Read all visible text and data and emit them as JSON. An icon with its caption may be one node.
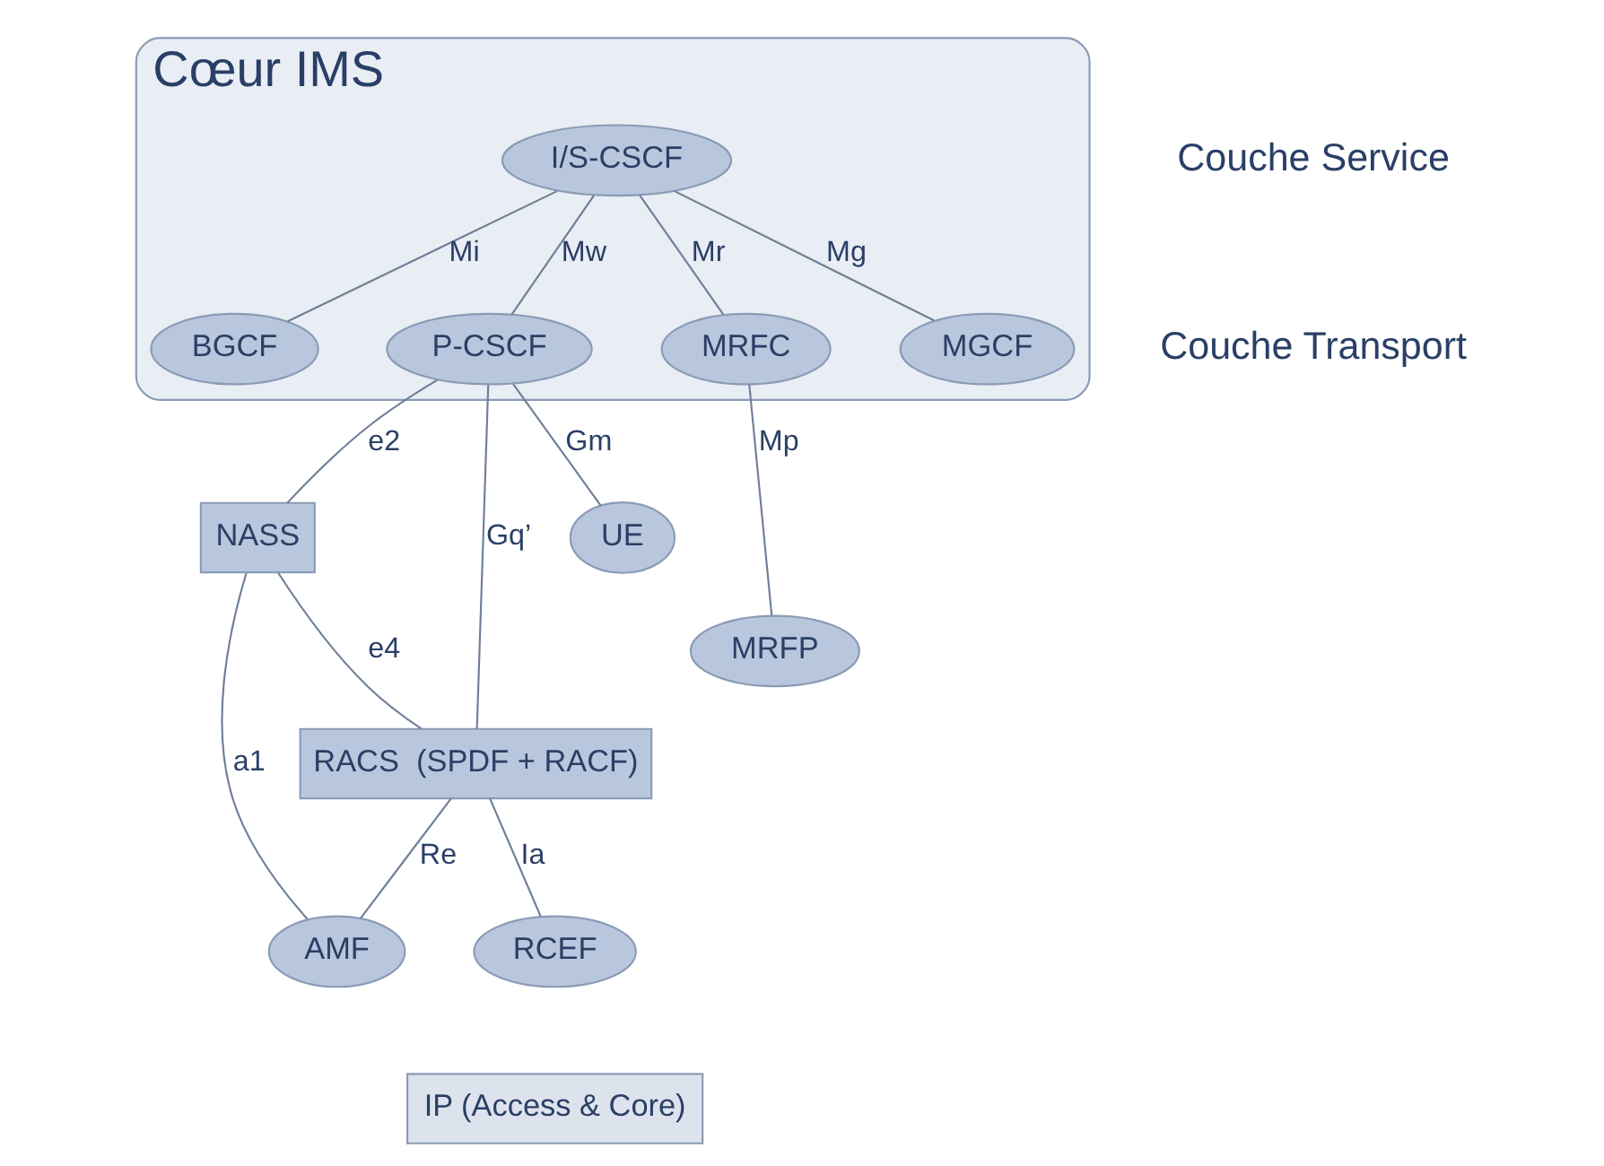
{
  "diagram": {
    "nodes": [
      {
        "text": [
          "Cœur IMS"
        ]
      },
      {
        "text": [
          "I/S-CSCF"
        ],
        "in": 0
      },
      {
        "text": [
          "BGCF"
        ],
        "in": 0
      },
      {
        "text": [
          "P-CSCF"
        ],
        "in": 0
      },
      {
        "text": [
          "MRFC"
        ],
        "in": 0
      },
      {
        "text": [
          "MGCF"
        ],
        "in": 0
      },
      {
        "text": [
          "NASS"
        ]
      },
      {
        "text": [
          "RACS  (SPDF + RACF)"
        ]
      },
      {
        "text": [
          "IP (Access & Core)"
        ]
      },
      {
        "text": [
          "AMF"
        ]
      },
      {
        "text": [
          "RCEF"
        ]
      },
      {
        "text": [
          "MRFP"
        ]
      },
      {
        "text": [
          "UE"
        ]
      }
    ],
    "edges": [
      {
        "from": 1,
        "to": 2,
        "arrow": "none",
        "label": "Mi"
      },
      {
        "from": 1,
        "to": 3,
        "arrow": "none",
        "label": "Mw"
      },
      {
        "from": 1,
        "to": 4,
        "arrow": "none",
        "label": "Mr"
      },
      {
        "from": 1,
        "to": 5,
        "arrow": "none",
        "label": "Mg"
      },
      {
        "from": 3,
        "to": 6,
        "arrow": "none",
        "label": "e2"
      },
      {
        "from": 3,
        "to": 12,
        "arrow": "none",
        "label": "Gm"
      },
      {
        "from": 3,
        "to": 7,
        "arrow": "none",
        "label": "Gq’"
      },
      {
        "from": 4,
        "to": 11,
        "arrow": "none",
        "label": "Mp"
      },
      {
        "from": 6,
        "to": 7,
        "arrow": "none",
        "label": "e4"
      },
      {
        "from": 6,
        "to": 9,
        "arrow": "none",
        "label": "a1"
      },
      {
        "from": 7,
        "to": 9,
        "arrow": "none",
        "label": "Re"
      },
      {
        "from": 7,
        "to": 10,
        "arrow": "none",
        "label": "Ia"
      }
    ],
    "labels": [
      "Couche Service",
      "Couche Transport"
    ]
  }
}
